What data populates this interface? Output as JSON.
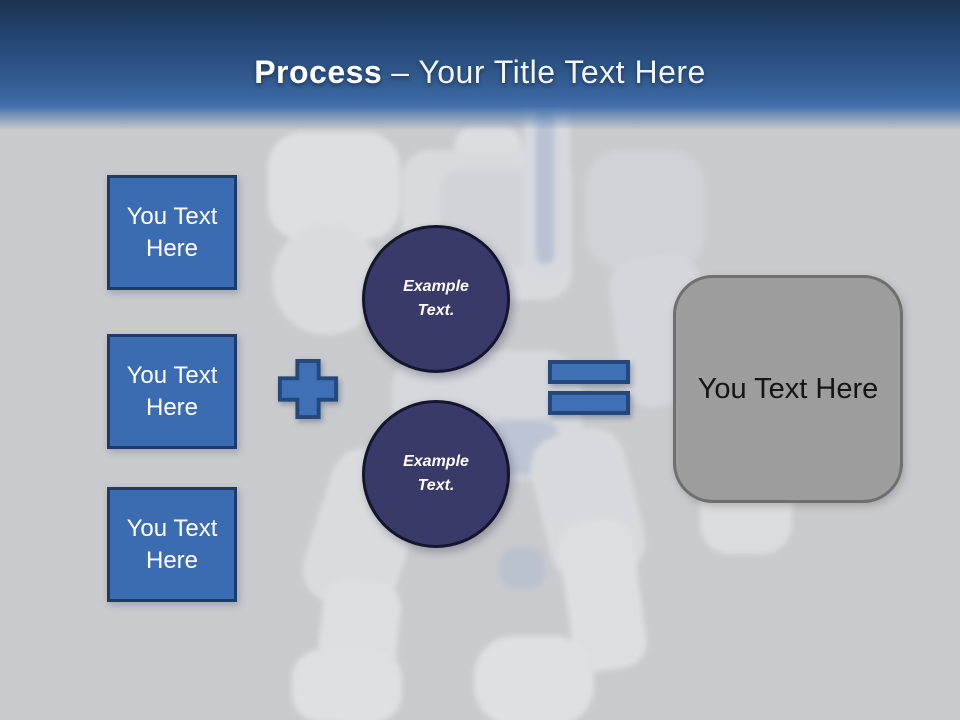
{
  "slide": {
    "title": {
      "bold": "Process",
      "rest": "– Your Title Text Here"
    },
    "left_boxes": [
      {
        "label": "You Text Here"
      },
      {
        "label": "You Text Here"
      },
      {
        "label": "You Text Here"
      }
    ],
    "circles": [
      {
        "label": "Example Text."
      },
      {
        "label": "Example Text."
      }
    ],
    "operators": {
      "plus": "plus-icon",
      "equals": "equals-icon"
    },
    "result_box": {
      "label": "You Text Here"
    },
    "colors": {
      "header_top": "#1b3350",
      "header_bottom": "#4571ab",
      "background": "#c9cacd",
      "box_fill": "#3b6cb2",
      "box_border": "#1f3a66",
      "circle_fill": "#3a3a6a",
      "circle_border": "#15152e",
      "operator_fill": "#3f70b5",
      "operator_border": "#24477c",
      "result_fill": "#9d9d9d",
      "result_border": "#6f6f6f",
      "title_text": "#ffffff",
      "shape_text": "#ffffff",
      "result_text": "#151515"
    }
  }
}
